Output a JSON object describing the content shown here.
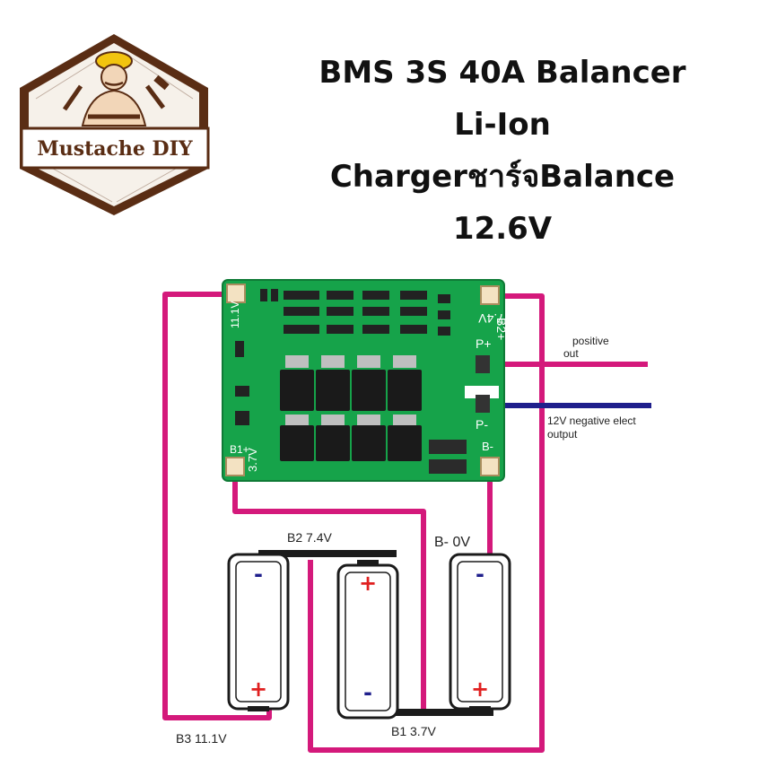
{
  "logo": {
    "text": "Mustache DIY"
  },
  "title_lines": [
    "BMS 3S 40A Balancer",
    "Li-Ion",
    "Chargerชาร์จBalance",
    "12.6V"
  ],
  "board": {
    "label_top_right": "B2+",
    "label_top_right_voltage": "7.4V",
    "label_p_plus": "P+",
    "label_p_minus": "P-",
    "label_b1": "B1+",
    "label_b1_voltage": "3.7V",
    "label_b_minus": "B-",
    "label_left_vertical": "11.1V"
  },
  "annotations": {
    "positive_output_line1": "positive",
    "positive_output_line2": "out",
    "negative_output_line1": "12V   negative elect",
    "negative_output_line2": "output"
  },
  "diagram_labels": {
    "b2": "B2 7.4V",
    "b_minus": "B-  0V",
    "b3": "B3 11.1V",
    "b1": "B1 3.7V"
  },
  "polarity": {
    "plus": "+",
    "minus": "-"
  },
  "colors": {
    "wire_pink": "#d4197b",
    "wire_blue": "#1f1f8c",
    "board_green": "#16a34a",
    "logo_brown": "#5a2d14"
  }
}
